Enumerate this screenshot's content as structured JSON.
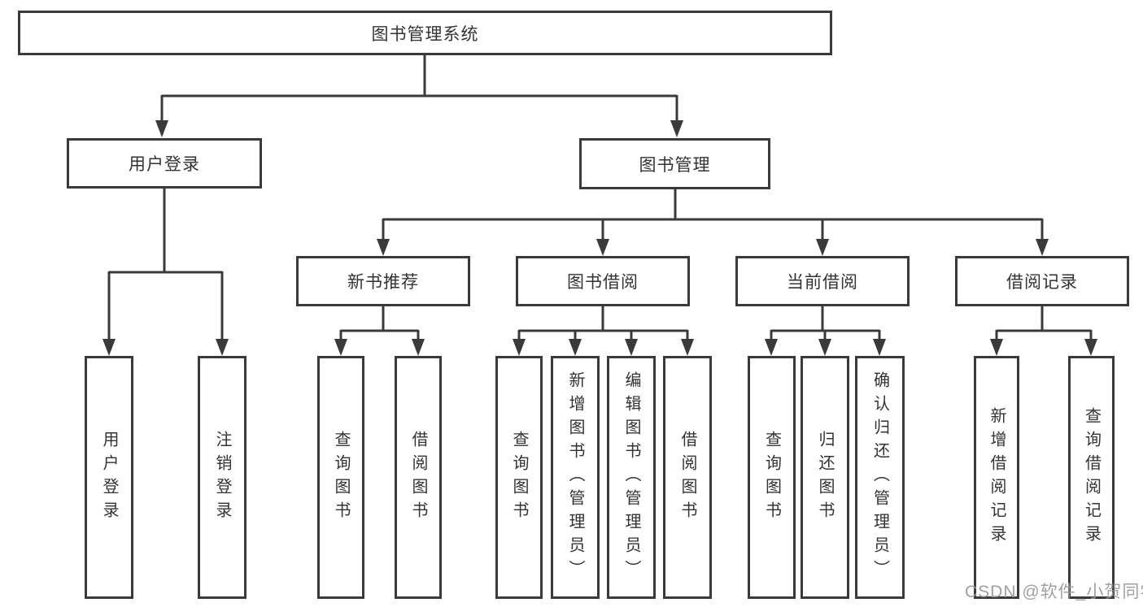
{
  "title": {
    "label": "图书管理系统"
  },
  "level2": {
    "user_login": {
      "label": "用户登录"
    },
    "book_management": {
      "label": "图书管理"
    }
  },
  "level3": {
    "new_book": {
      "label": "新书推荐",
      "parent": "图书管理"
    },
    "book_borrow": {
      "label": "图书借阅",
      "parent": "图书管理"
    },
    "current_borrow": {
      "label": "当前借阅",
      "parent": "图书管理"
    },
    "borrow_record": {
      "label": "借阅记录",
      "parent": "图书管理"
    }
  },
  "leaves": [
    {
      "label": "用户登录",
      "parent": "用户登录"
    },
    {
      "label": "注销登录",
      "parent": "用户登录"
    },
    {
      "label": "查询图书",
      "parent": "新书推荐"
    },
    {
      "label": "借阅图书",
      "parent": "新书推荐"
    },
    {
      "label": "查询图书",
      "parent": "图书借阅"
    },
    {
      "label": "新增图书（管理员）",
      "parent": "图书借阅"
    },
    {
      "label": "编辑图书（管理员）",
      "parent": "图书借阅"
    },
    {
      "label": "借阅图书",
      "parent": "图书借阅"
    },
    {
      "label": "查询图书",
      "parent": "当前借阅"
    },
    {
      "label": "归还图书",
      "parent": "当前借阅"
    },
    {
      "label": "确认归还（管理员）",
      "parent": "当前借阅"
    },
    {
      "label": "新增借阅记录",
      "parent": "借阅记录"
    },
    {
      "label": "查询借阅记录",
      "parent": "借阅记录"
    }
  ],
  "watermark": {
    "text": "CSDN @软件_小贺同学"
  },
  "colors": {
    "line": "#3a3a3a",
    "text": "#333333",
    "background": "#ffffff",
    "watermark": "#999999"
  }
}
